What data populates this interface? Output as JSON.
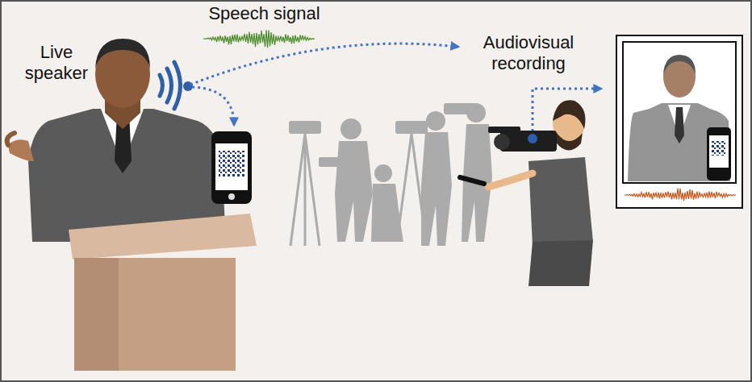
{
  "diagram": {
    "labels": [
      "Live speaker",
      "Speech signal",
      "Audiovisual recording"
    ]
  }
}
